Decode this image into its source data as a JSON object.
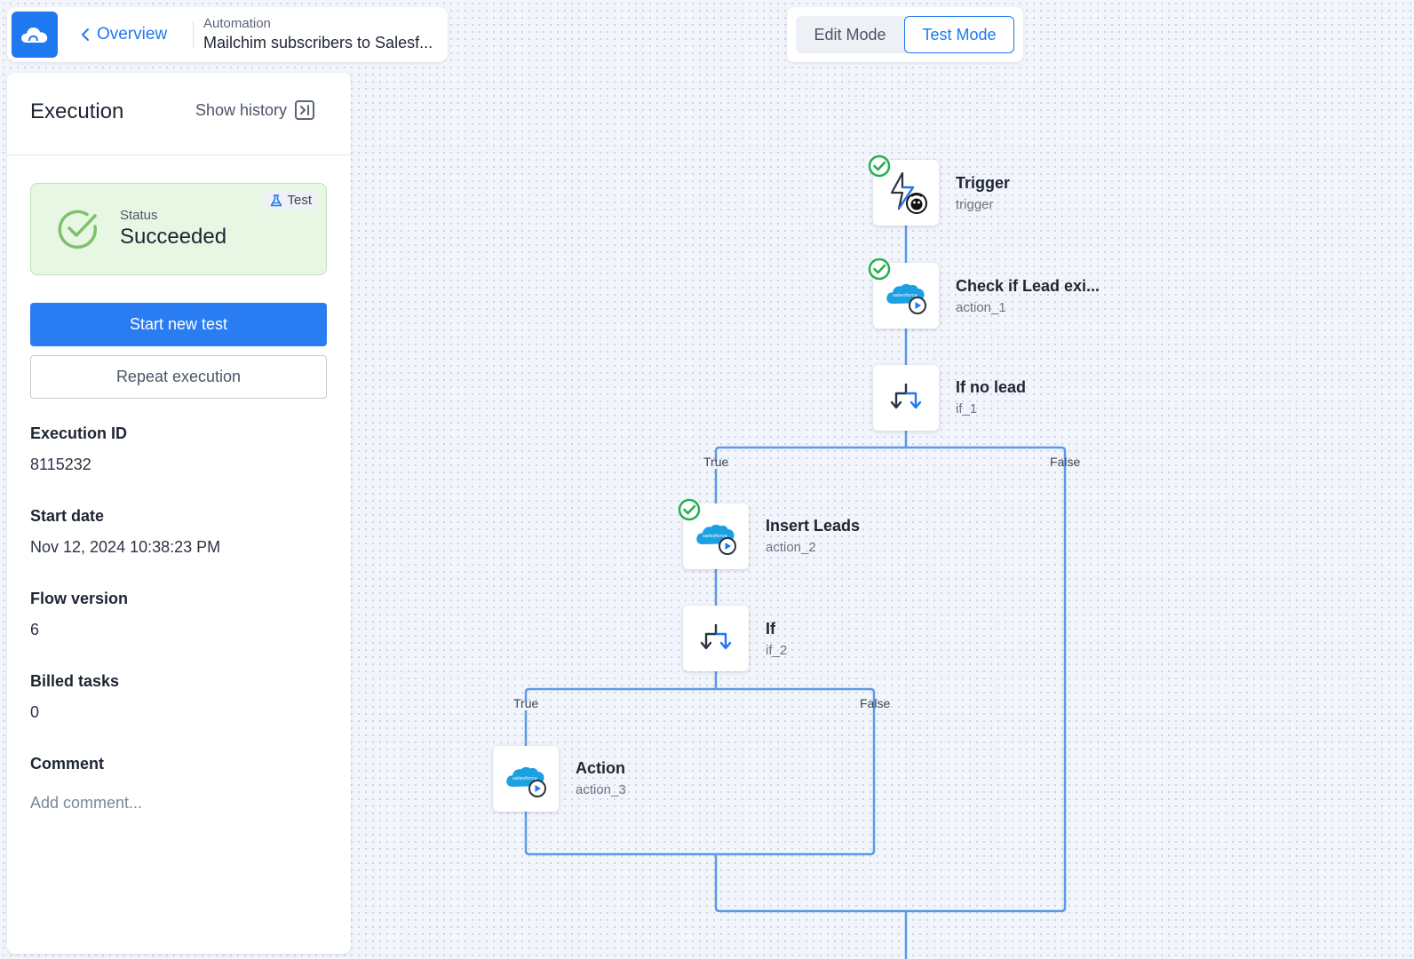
{
  "header": {
    "back_label": "Overview",
    "subtitle": "Automation",
    "title": "Mailchim subscribers to Salesf..."
  },
  "mode": {
    "edit_label": "Edit Mode",
    "test_label": "Test Mode",
    "active": "Test Mode"
  },
  "panel": {
    "title": "Execution",
    "show_history": "Show history",
    "status": {
      "label": "Status",
      "value": "Succeeded",
      "badge": "Test"
    },
    "start_button": "Start new test",
    "repeat_button": "Repeat execution",
    "fields": [
      {
        "label": "Execution ID",
        "value": "8115232"
      },
      {
        "label": "Start date",
        "value": "Nov 12, 2024 10:38:23 PM"
      },
      {
        "label": "Flow version",
        "value": "6"
      },
      {
        "label": "Billed tasks",
        "value": "0"
      }
    ],
    "comment": {
      "label": "Comment",
      "placeholder": "Add comment..."
    }
  },
  "flow": {
    "nodes": [
      {
        "title": "Trigger",
        "id": "trigger",
        "icon": "trigger-icon",
        "succeeded": true
      },
      {
        "title": "Check if Lead exi...",
        "id": "action_1",
        "icon": "salesforce-icon",
        "succeeded": true
      },
      {
        "title": "If no lead",
        "id": "if_1",
        "icon": "branch-icon",
        "succeeded": false
      },
      {
        "title": "Insert Leads",
        "id": "action_2",
        "icon": "salesforce-icon",
        "succeeded": true
      },
      {
        "title": "If",
        "id": "if_2",
        "icon": "branch-icon",
        "succeeded": false
      },
      {
        "title": "Action",
        "id": "action_3",
        "icon": "salesforce-icon",
        "succeeded": false
      }
    ],
    "branches": {
      "if_1": {
        "true_label": "True",
        "false_label": "False"
      },
      "if_2": {
        "true_label": "True",
        "false_label": "False"
      }
    }
  },
  "colors": {
    "accent": "#1e78f0",
    "success": "#22b14c",
    "connector": "#5b9ae8",
    "salesforce": "#1ba0e2"
  }
}
